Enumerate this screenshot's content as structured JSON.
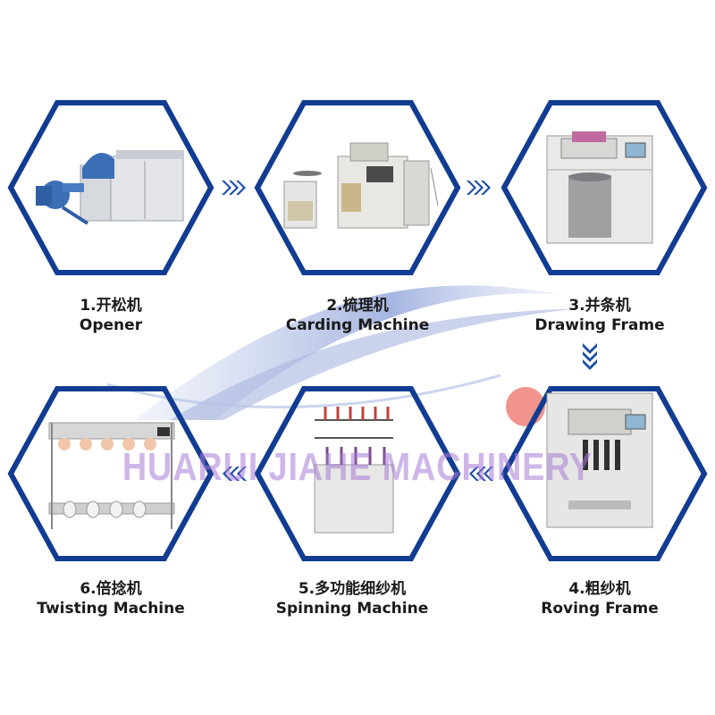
{
  "steps": [
    {
      "cn": "1.开松机",
      "en": "Opener"
    },
    {
      "cn": "2.梳理机",
      "en": "Carding Machine"
    },
    {
      "cn": "3.并条机",
      "en": "Drawing Frame"
    },
    {
      "cn": "4.粗纱机",
      "en": "Roving Frame"
    },
    {
      "cn": "5.多功能细纱机",
      "en": "Spinning Machine"
    },
    {
      "cn": "6.倍捻机",
      "en": "Twisting Machine"
    }
  ],
  "watermark": "HUARUI JIAHE MACHINERY",
  "colors": {
    "frame": "#123c92",
    "arrow": "#1f4da8",
    "swoosh": "#8ea3d8",
    "watermark": "#a77bd6",
    "dot": "#f08a80"
  },
  "icons": [
    "triple-chevron-right-icon",
    "triple-chevron-down-icon",
    "triple-chevron-left-icon"
  ]
}
